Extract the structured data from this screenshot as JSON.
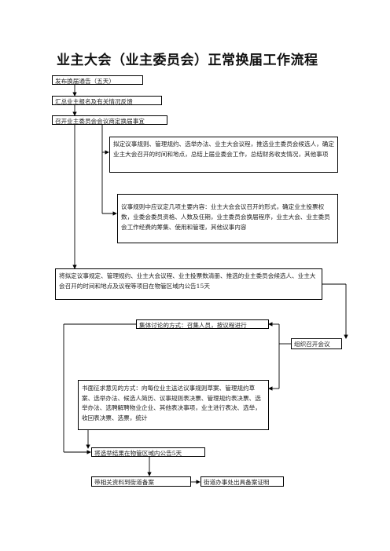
{
  "title": "业主大会（业主委员会）正常换届工作流程",
  "steps": {
    "s1": "发布换届通告（五天）",
    "s2": "汇总业主报名及有关情况反馈",
    "s3": "召开业主委员会会议商定换届事宜",
    "s4": "拟定议事规则、管理规约、选举办法、业主大会议程，推选业主委员会候选人，确定业主大会召开的时间和地点，总结上届业委会工作，总结财务收支情况，其他事项",
    "s5": "议事规则中应议定几项主要内容：业主大会会议召开的形式，确定业主投票权数，业委会委员资格、人数及任期，业主委员会换届程序，业主大会、业主委员会工作经费的筹集、使用和管理，其他议事内容",
    "s6": "将拟定议事规定、管理规约、业主大会议程、业主投票数清册、推选的业主委员会候选人、业主大会召开的时间和地点及议程等项目在物管区域内公告15天",
    "s7": "集体讨论的方式：召集人员，按议程进行",
    "s8": "组织召开会议",
    "s9": "书面征求意见的方式：向每位业主送达议事规则草案、管理规约草案、选举办法、候选人简历、议事规则表决票、管理规约表决票、选举办法、选聘解聘物业企业、其他表决事项，业主进行表决、选举，收回表决票、选票，统计",
    "s10": "将选举结果在物管区域内公告5天",
    "s11": "带相关资料到街道备案",
    "s12": "街道办事处出具备案证明"
  }
}
